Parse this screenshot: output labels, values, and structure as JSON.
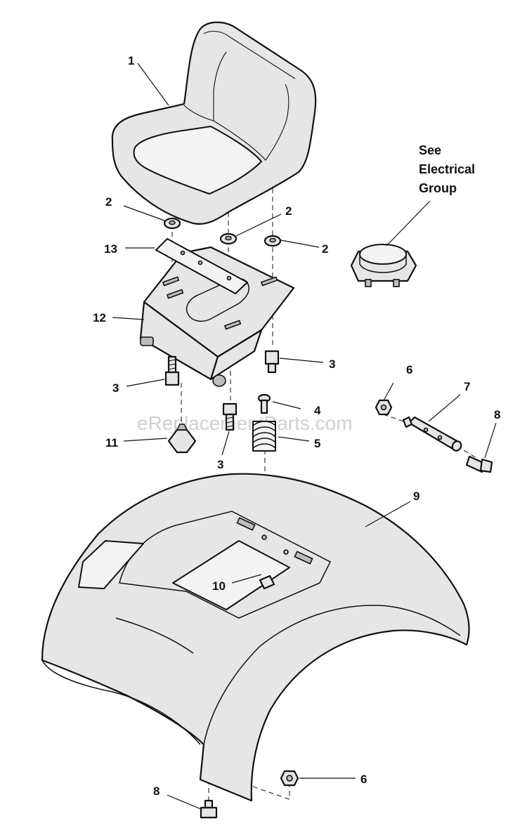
{
  "watermark": "eReplacementParts.com",
  "note": {
    "line1": "See",
    "line2": "Electrical",
    "line3": "Group"
  },
  "callouts": {
    "c1": "1",
    "c2a": "2",
    "c2b": "2",
    "c2c": "2",
    "c3a": "3",
    "c3b": "3",
    "c3c": "3",
    "c4": "4",
    "c5": "5",
    "c6a": "6",
    "c6b": "6",
    "c7": "7",
    "c8a": "8",
    "c8b": "8",
    "c9": "9",
    "c10": "10",
    "c11": "11",
    "c12": "12",
    "c13": "13"
  }
}
